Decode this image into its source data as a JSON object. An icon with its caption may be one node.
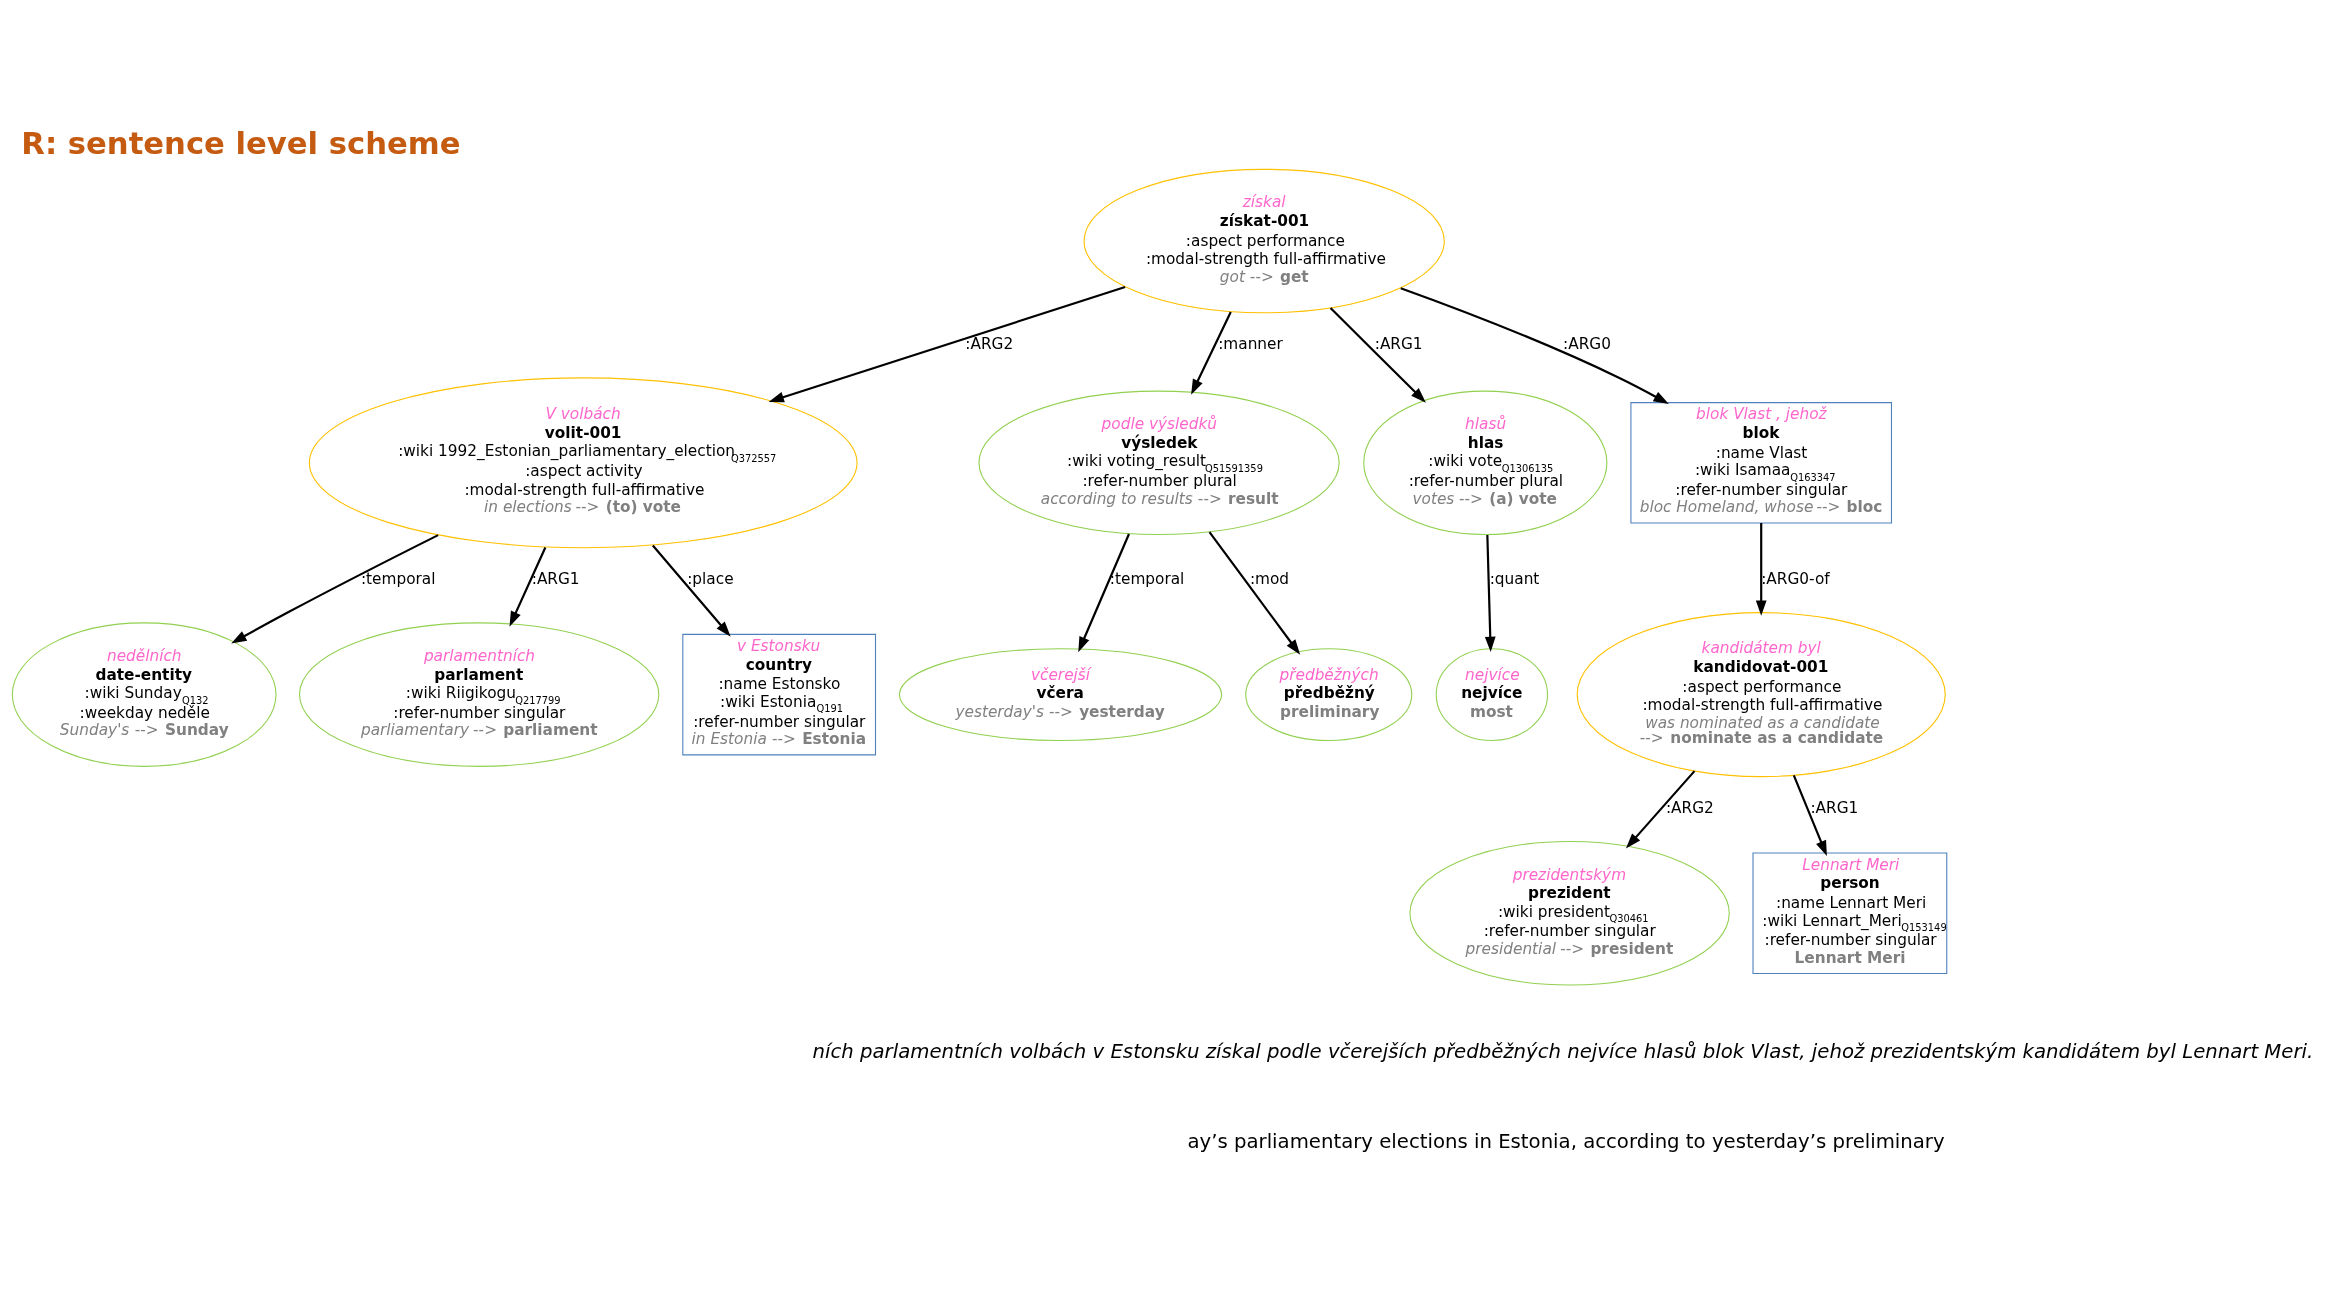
{
  "diagram": {
    "title": "R: sentence level scheme",
    "nodes": [
      {
        "text": [
          "získal",
          "získat-001",
          ":aspect performance",
          ":modal-strength full-affirmative",
          "*got* --> **get**"
        ]
      },
      {
        "text": [
          "V volbách",
          "volit-001",
          ":wiki 1992_Estonian_parliamentary_election$_{Q372557}$",
          ":aspect activity",
          ":modal-strength full-affirmative",
          "*in elections* --> **(to) vote**"
        ]
      },
      {
        "text": [
          "podle výsledků",
          "výsledek",
          ":wiki voting_result$_{Q51591359}$",
          ":refer-number plural",
          "*according to results* --> **result**"
        ]
      },
      {
        "text": [
          "hlasů",
          "hlas",
          ":wiki vote$_{Q1306135}$",
          ":refer-number plural",
          "*votes* --> **(a) vote**"
        ]
      },
      {
        "text": [
          "blok Vlast , jehož",
          "blok",
          ":name Vlast",
          ":wiki Isamaa$_{Q163347}$",
          ":refer-number singular",
          "*bloc Homeland, whose* --> **bloc**"
        ]
      },
      {
        "text": [
          "nedělních",
          "date-entity",
          ":wiki Sunday$_{Q132}$",
          ":weekday neděle",
          "*Sunday's* --> **Sunday**"
        ]
      },
      {
        "text": [
          "parlamentních",
          "parlament",
          ":wiki Riigikogu$_{Q217799}$",
          ":refer-number singular",
          "*parliamentary* --> **parliament**"
        ]
      },
      {
        "text": [
          "v Estonsku",
          "country",
          ":name Estonsko",
          ":wiki Estonia$_{Q191}$",
          ":refer-number singular",
          "*in Estonia* --> **Estonia**"
        ]
      },
      {
        "text": [
          "včerejší",
          "včera",
          "*yesterday's* --> **yesterday**"
        ]
      },
      {
        "text": [
          "předběžných",
          "předběžný",
          "**preliminary**"
        ]
      },
      {
        "text": [
          "nejvíce",
          "nejvíce",
          "**most**"
        ]
      },
      {
        "text": [
          "kandidátem byl",
          "kandidovat-001",
          ":aspect performance",
          ":modal-strength full-affirmative",
          "*was nominated as a candidate* --> **nominate as a candidate**"
        ]
      },
      {
        "text": [
          "prezidentským",
          "prezident",
          ":wiki president$_{Q30461}$",
          ":refer-number singular",
          "*presidential* --> **president**"
        ]
      },
      {
        "text": [
          "Lennart Meri",
          "person",
          ":name Lennart Meri",
          ":wiki Lennart_Meri$_{Q153149}$",
          ":refer-number singular",
          "**Lennart Meri**"
        ]
      }
    ],
    "edges": [
      {
        "from": 0,
        "to": 1,
        "arrow": "to",
        "label": ":ARG2"
      },
      {
        "from": 0,
        "to": 2,
        "arrow": "to",
        "label": ":manner"
      },
      {
        "from": 0,
        "to": 3,
        "arrow": "to",
        "label": ":ARG1"
      },
      {
        "from": 0,
        "to": 4,
        "arrow": "to",
        "label": ":ARG0"
      },
      {
        "from": 1,
        "to": 5,
        "arrow": "to",
        "label": ":temporal"
      },
      {
        "from": 1,
        "to": 6,
        "arrow": "to",
        "label": ":ARG1"
      },
      {
        "from": 1,
        "to": 7,
        "arrow": "to",
        "label": ":place"
      },
      {
        "from": 2,
        "to": 8,
        "arrow": "to",
        "label": ":temporal"
      },
      {
        "from": 2,
        "to": 9,
        "arrow": "to",
        "label": ":mod"
      },
      {
        "from": 3,
        "to": 10,
        "arrow": "to",
        "label": ":quant"
      },
      {
        "from": 4,
        "to": 11,
        "arrow": "to",
        "label": ":ARG0-of"
      },
      {
        "from": 11,
        "to": 12,
        "arrow": "to",
        "label": ":ARG2"
      },
      {
        "from": 11,
        "to": 13,
        "arrow": "to",
        "label": ":ARG1"
      }
    ],
    "labels": [
      "ních parlamentních volbách v Estonsku získal podle včerejších předběžných nejvíce hlasů blok Vlast, jehož prezidentským kandidátem byl Lennart Meri.",
      "ay’s parliamentary elections in Estonia, according to yesterday’s preliminary"
    ]
  }
}
